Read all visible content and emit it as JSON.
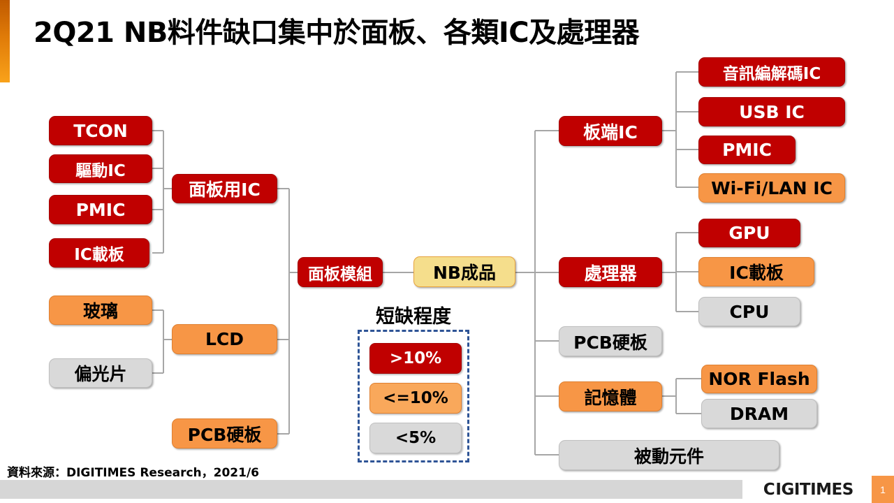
{
  "title": "2Q21 NB料件缺口集中於面板、各類IC及處理器",
  "colors": {
    "red": "#C00000",
    "orange": "#F79646",
    "gray": "#D9D9D9",
    "yellow": "#F5DE8C",
    "legend_border": "#2E5496",
    "accent": "#F9A21A"
  },
  "center": {
    "panel_module": "面板模組",
    "nb_product": "NB成品"
  },
  "left_branch": {
    "panel_ic": "面板用IC",
    "panel_ic_children": [
      "TCON",
      "驅動IC",
      "PMIC",
      "IC載板"
    ],
    "lcd": "LCD",
    "lcd_children": [
      "玻璃",
      "偏光片"
    ],
    "pcb": "PCB硬板"
  },
  "right_branch": {
    "board_ic": "板端IC",
    "board_ic_children": [
      "音訊編解碼IC",
      "USB IC",
      "PMIC",
      "Wi-Fi/LAN IC"
    ],
    "processor": "處理器",
    "processor_children": [
      "GPU",
      "IC載板",
      "CPU"
    ],
    "pcb": "PCB硬板",
    "memory": "記憶體",
    "memory_children": [
      "NOR Flash",
      "DRAM"
    ],
    "passive": "被動元件"
  },
  "legend": {
    "title": "短缺程度",
    "items": [
      {
        "label": ">10%",
        "level": "red"
      },
      {
        "label": "<=10%",
        "level": "orange"
      },
      {
        "label": "<5%",
        "level": "gray"
      }
    ]
  },
  "footer": {
    "source": "資料來源：DIGITIMES Research，2021/6",
    "brand_mark": "Ɔ",
    "brand": "IGITIMES",
    "page_number": "1"
  }
}
